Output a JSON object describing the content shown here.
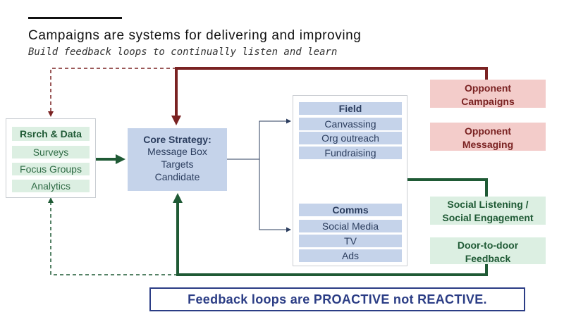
{
  "header": {
    "title": "Campaigns are systems for delivering and improving",
    "subtitle": "Build feedback loops to continually listen and learn"
  },
  "research": {
    "heading": "Rsrch & Data",
    "items": [
      "Surveys",
      "Focus Groups",
      "Analytics"
    ]
  },
  "core": {
    "heading": "Core Strategy:",
    "lines": [
      "Message Box",
      "Targets",
      "Candidate"
    ]
  },
  "execution": {
    "field": {
      "heading": "Field",
      "items": [
        "Canvassing",
        "Org outreach",
        "Fundraising"
      ]
    },
    "comms": {
      "heading": "Comms",
      "items": [
        "Social Media",
        "TV",
        "Ads"
      ]
    }
  },
  "opponent": {
    "campaigns": [
      "Opponent",
      "Campaigns"
    ],
    "messaging": [
      "Opponent",
      "Messaging"
    ]
  },
  "feedback": {
    "social": [
      "Social Listening /",
      "Social Engagement"
    ],
    "door": [
      "Door-to-door",
      "Feedback"
    ]
  },
  "callout": "Feedback loops are PROACTIVE not REACTIVE.",
  "colors": {
    "red_loop": "#7a2222",
    "green_loop": "#1f5a35",
    "blue_connector": "#2b3d5e",
    "callout_border": "#2b3d85"
  }
}
